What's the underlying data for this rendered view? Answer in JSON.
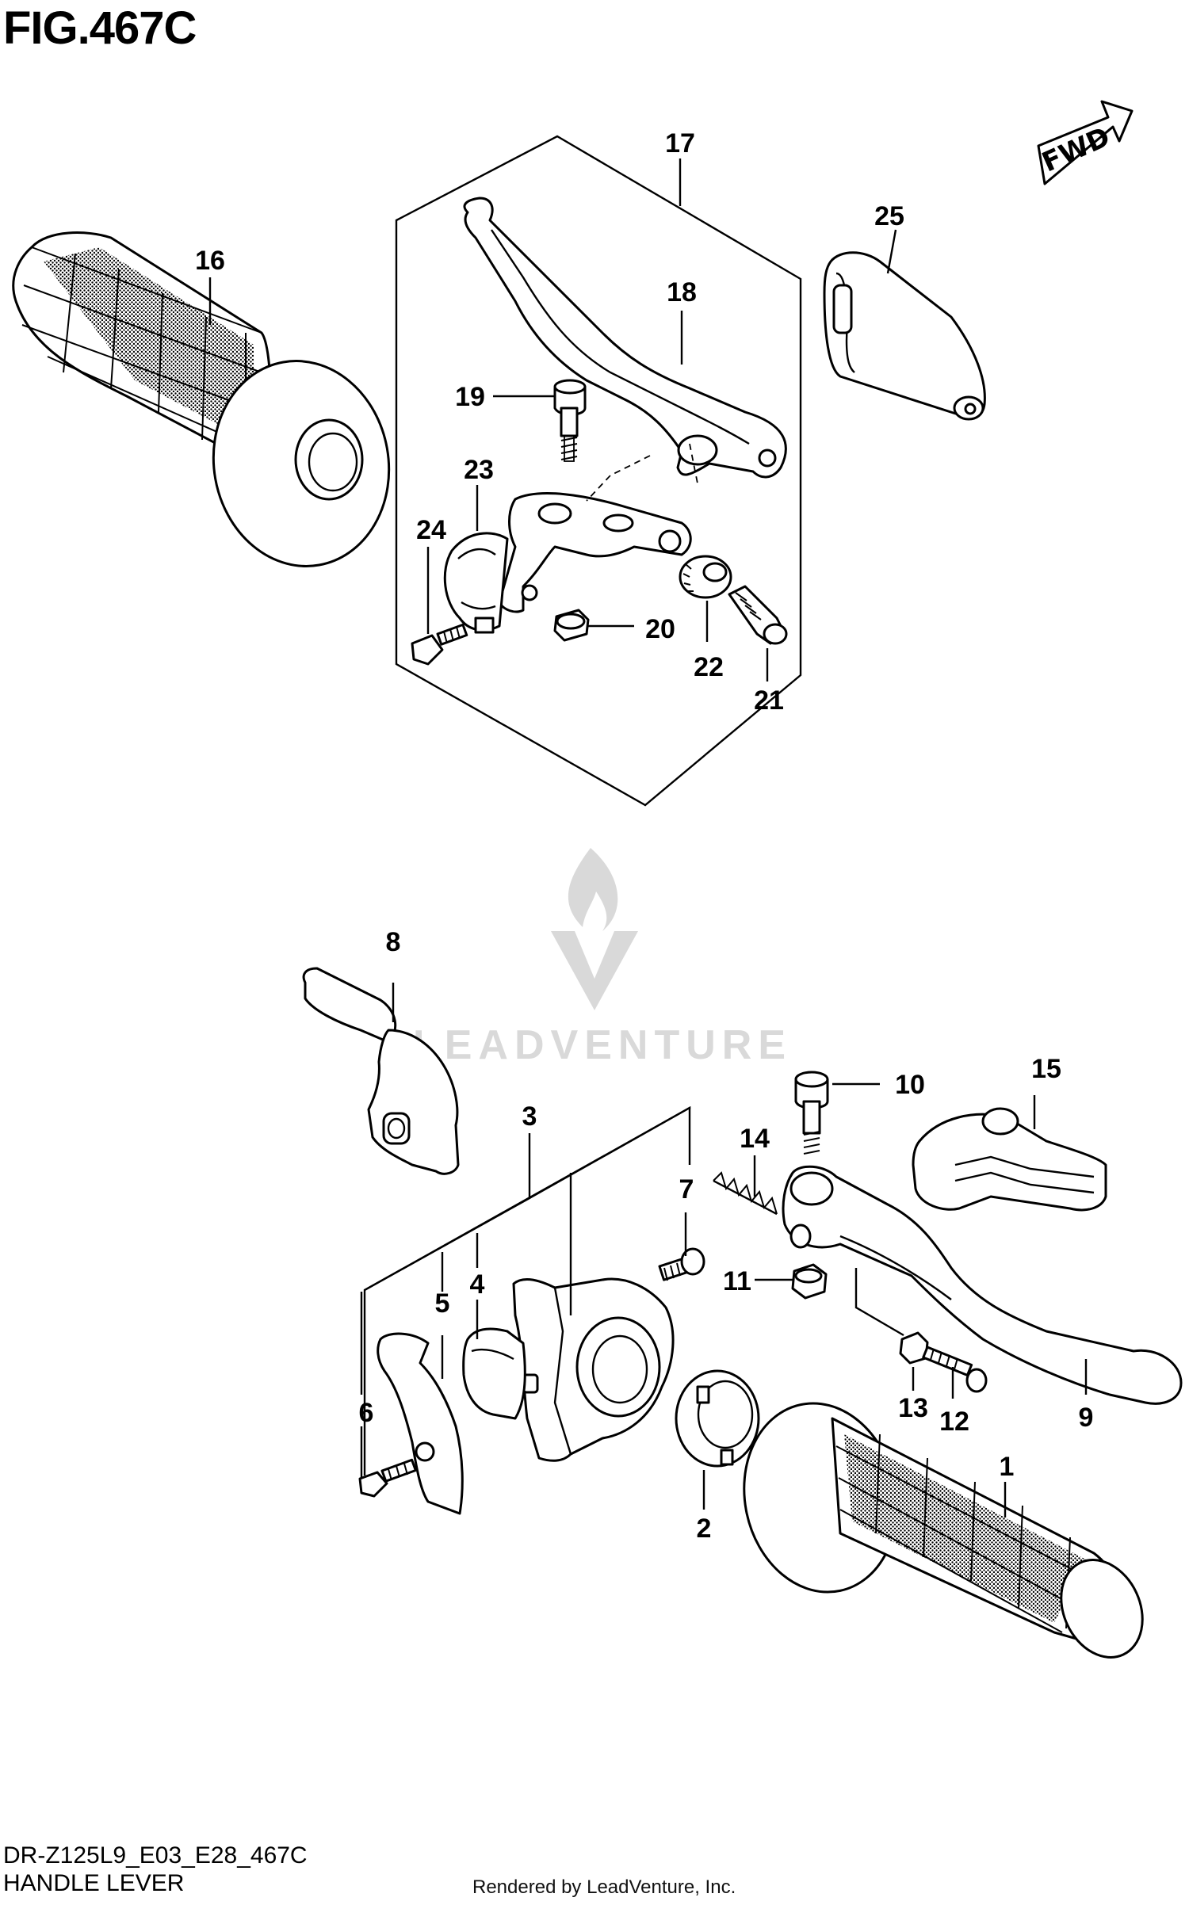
{
  "header": {
    "figure_title": "FIG.467C"
  },
  "footer": {
    "model_code": "DR-Z125L9_E03_E28_467C",
    "section_name": "HANDLE LEVER",
    "render_credit": "Rendered by LeadVenture, Inc."
  },
  "direction_arrow": {
    "label": "FWD"
  },
  "watermark": {
    "text": "LEADVENTURE",
    "logo_icon": "flame-v-logo-icon"
  },
  "callouts": {
    "c1": "1",
    "c2": "2",
    "c3": "3",
    "c4": "4",
    "c5": "5",
    "c6": "6",
    "c7": "7",
    "c8": "8",
    "c9": "9",
    "c10": "10",
    "c11": "11",
    "c12": "12",
    "c13": "13",
    "c14": "14",
    "c15": "15",
    "c16": "16",
    "c17": "17",
    "c18": "18",
    "c19": "19",
    "c20": "20",
    "c21": "21",
    "c22": "22",
    "c23": "23",
    "c24": "24",
    "c25": "25"
  },
  "colors": {
    "line": "#000000",
    "background": "#ffffff",
    "watermark": "#d9d9d9"
  }
}
